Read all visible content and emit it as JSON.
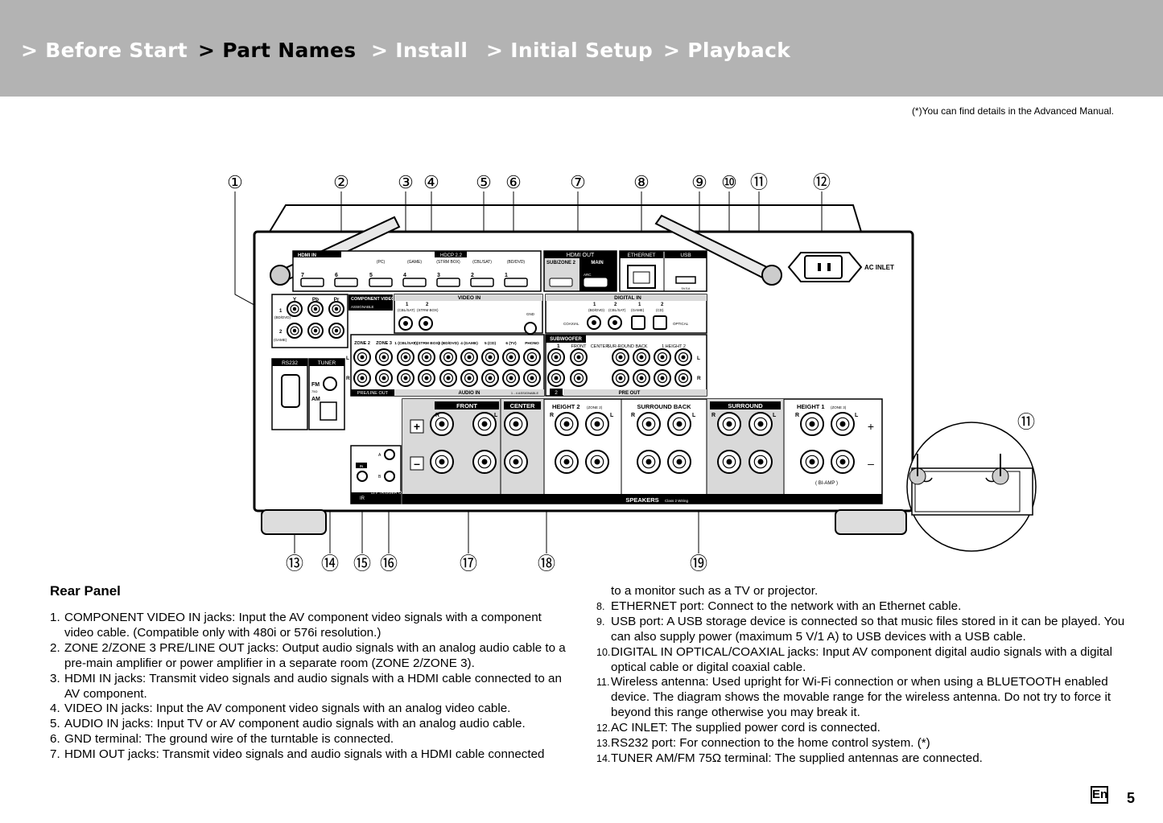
{
  "nav": {
    "tabs": [
      {
        "label": "> Before Start",
        "active": false
      },
      {
        "label": "> Part Names",
        "active": true
      },
      {
        "label": "> Install",
        "active": false
      },
      {
        "label": "> Initial Setup",
        "active": false
      },
      {
        "label": "> Playback",
        "active": false
      }
    ]
  },
  "footnote": "(*)You can find details in the Advanced Manual.",
  "diagram": {
    "callouts": [
      "①",
      "②",
      "③",
      "④",
      "⑤",
      "⑥",
      "⑦",
      "⑧",
      "⑨",
      "⑩",
      "⑪",
      "⑫",
      "⑬",
      "⑭",
      "⑮",
      "⑯",
      "⑰",
      "⑱",
      "⑲",
      "⑪"
    ],
    "labels": {
      "hdmi_in": "HDMI IN",
      "hdcp": "HDCP 2.2",
      "hdmi_in_sources": [
        "(PC)",
        "(GAME)",
        "(STRM BOX)",
        "(CBL/SAT)",
        "(BD/DVD)"
      ],
      "hdmi_in_nums": [
        "7",
        "6",
        "5",
        "4",
        "3",
        "2",
        "1"
      ],
      "hdmi_out": "HDMI OUT",
      "hdmi_out_sub": "SUB/ZONE 2",
      "hdmi_out_main": "MAIN",
      "arc": "ARC",
      "ethernet": "ETHERNET",
      "usb": "USB",
      "usb_power": "5V/1A",
      "ac_inlet": "AC INLET",
      "component_video_in": "COMPONENT VIDEO IN",
      "assignable": "ASSIGNABLE",
      "comp_y": "Y",
      "comp_pb": "Pb",
      "comp_pr": "Pr",
      "comp_1": "1",
      "comp_1_src": "(BD/DVD)",
      "comp_2": "2",
      "comp_2_src": "(GAME)",
      "video_in": "VIDEO IN",
      "video_in_1": "1",
      "video_in_1_src": "(CBL/SAT)",
      "video_in_2": "2",
      "video_in_2_src": "(STRM BOX)",
      "gnd": "GND",
      "digital_in": "DIGITAL IN",
      "coaxial": "COAXIAL",
      "optical": "OPTICAL",
      "dig_1": "1",
      "dig_1_src": "(BD/DVD)",
      "dig_2": "2",
      "dig_2_src": "(CBL/SAT)",
      "opt_1": "1",
      "opt_1_src": "(GAME)",
      "opt_2": "2",
      "opt_2_src": "(CD)",
      "zone2": "ZONE 2",
      "zone3": "ZONE 3",
      "pre_line_out": "PRE/LINE OUT",
      "audio_in": "AUDIO IN",
      "audio_in_assign": "1 - 4 ASSIGNABLE",
      "audio_in_labels": [
        "1 (CBL/SAT)",
        "2 (STRM BOX)",
        "3 (BD/DVD)",
        "4 (GAME)",
        "5 (CD)",
        "6 (TV)",
        "PHONO"
      ],
      "subwoofer": "SUBWOOFER",
      "sub_1": "1",
      "sub_2": "2",
      "pre_front": "FRONT",
      "pre_center": "CENTER",
      "pre_surround": "SUR-ROUND",
      "pre_back": "BACK",
      "pre_height": "1  HEIGHT  2",
      "pre_out": "PRE OUT",
      "rs232": "RS232",
      "tuner": "TUNER",
      "fm": "FM",
      "fm_ohm": "75Ω",
      "am": "AM",
      "ir": "IR",
      "ir_in": "IN",
      "trigger_a": "A",
      "trigger_b": "B",
      "trigger_out": "12V TRIGGER OUT",
      "spk_front": "FRONT",
      "spk_center": "CENTER",
      "spk_height2": "HEIGHT 2",
      "spk_height2_zone": "(ZONE 2)",
      "spk_surround_back": "SURROUND BACK",
      "spk_surround": "SURROUND",
      "spk_height1": "HEIGHT 1",
      "spk_height1_zone": "(ZONE 3)",
      "bi_amp": "( BI-AMP )",
      "speakers": "SPEAKERS",
      "speakers_class": "Class 2 Wiring",
      "plus": "+",
      "minus": "–",
      "r": "R",
      "l": "L"
    }
  },
  "rear_panel": {
    "title": "Rear Panel",
    "left_items": [
      {
        "num": "1.",
        "text": "COMPONENT VIDEO IN jacks: Input the AV component video signals with a component video cable. (Compatible only with 480i or 576i resolution.)"
      },
      {
        "num": "2.",
        "text": "ZONE 2/ZONE 3 PRE/LINE OUT jacks: Output audio signals with an analog audio cable to a pre-main amplifier or power amplifier in a separate room (ZONE 2/ZONE 3)."
      },
      {
        "num": "3.",
        "text": "HDMI IN jacks: Transmit video signals and audio signals with a HDMI cable connected to an AV component."
      },
      {
        "num": "4.",
        "text": "VIDEO IN jacks: Input the AV component video signals with an analog video cable."
      },
      {
        "num": "5.",
        "text": "AUDIO IN jacks: Input TV or AV component audio signals with an analog audio cable."
      },
      {
        "num": "6.",
        "text": "GND terminal: The ground wire of the turntable is connected."
      },
      {
        "num": "7.",
        "text": "HDMI OUT jacks: Transmit video signals and audio signals with a HDMI cable connected"
      }
    ],
    "right_continuation": "to a monitor such as a TV or projector.",
    "right_items": [
      {
        "num": "8.",
        "text": "ETHERNET port: Connect to the network with an Ethernet cable."
      },
      {
        "num": "9.",
        "text": "USB port: A USB storage device is connected so that music files stored in it can be played. You can also supply power (maximum 5 V/1 A) to USB devices with a USB cable."
      },
      {
        "num": "10.",
        "text": "DIGITAL IN OPTICAL/COAXIAL jacks: Input AV component digital audio signals with a digital optical cable or digital coaxial cable."
      },
      {
        "num": "11.",
        "text": "Wireless antenna: Used upright for Wi-Fi connection or when using a BLUETOOTH enabled device. The diagram shows the movable range for the wireless antenna. Do not try to force it beyond this range otherwise you may break it."
      },
      {
        "num": "12.",
        "text": "AC INLET: The supplied power cord is connected."
      },
      {
        "num": "13.",
        "text": "RS232 port: For connection to the home control system. (*)"
      },
      {
        "num": "14.",
        "text": "TUNER AM/FM 75Ω terminal: The supplied antennas are connected."
      }
    ]
  },
  "footer": {
    "language": "En",
    "page_number": "5"
  }
}
